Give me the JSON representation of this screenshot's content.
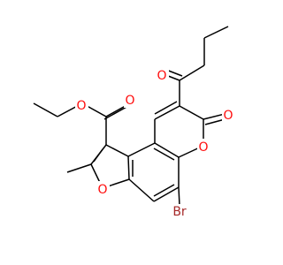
{
  "structure": {
    "atoms": {
      "ester_carbonyl_o": "O",
      "ester_ether_o": "O",
      "furan_o": "O",
      "lactone_ring_o": "O",
      "lactone_carbonyl_o": "O",
      "ketone_o": "O",
      "bromine": "Br"
    },
    "colors": {
      "oxygen": "#ff0d0d",
      "bromine": "#a62929",
      "bond": "#000000"
    }
  }
}
